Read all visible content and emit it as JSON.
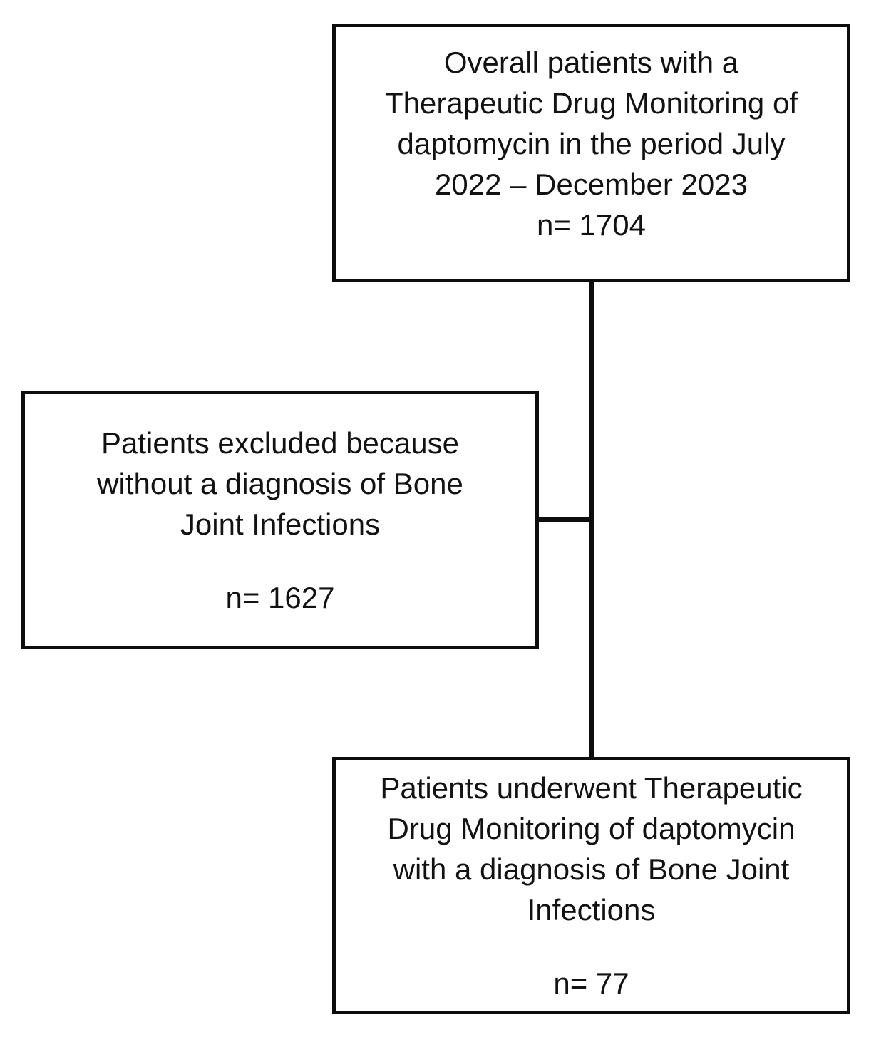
{
  "diagram": {
    "type": "flowchart",
    "boxes": {
      "overall": {
        "text": "Overall patients with a\nTherapeutic Drug Monitoring of\ndaptomycin in the period July\n2022 – December 2023",
        "count": "n= 1704"
      },
      "excluded": {
        "text": "Patients excluded because\nwithout a diagnosis of Bone\nJoint Infections",
        "count": "n= 1627"
      },
      "included": {
        "text": "Patients underwent Therapeutic\nDrug Monitoring of daptomycin\nwith a diagnosis of Bone Joint\nInfections",
        "count": "n= 77"
      }
    },
    "colors": {
      "border": "#0d0d0d",
      "text": "#121212",
      "background": "#ffffff"
    }
  }
}
